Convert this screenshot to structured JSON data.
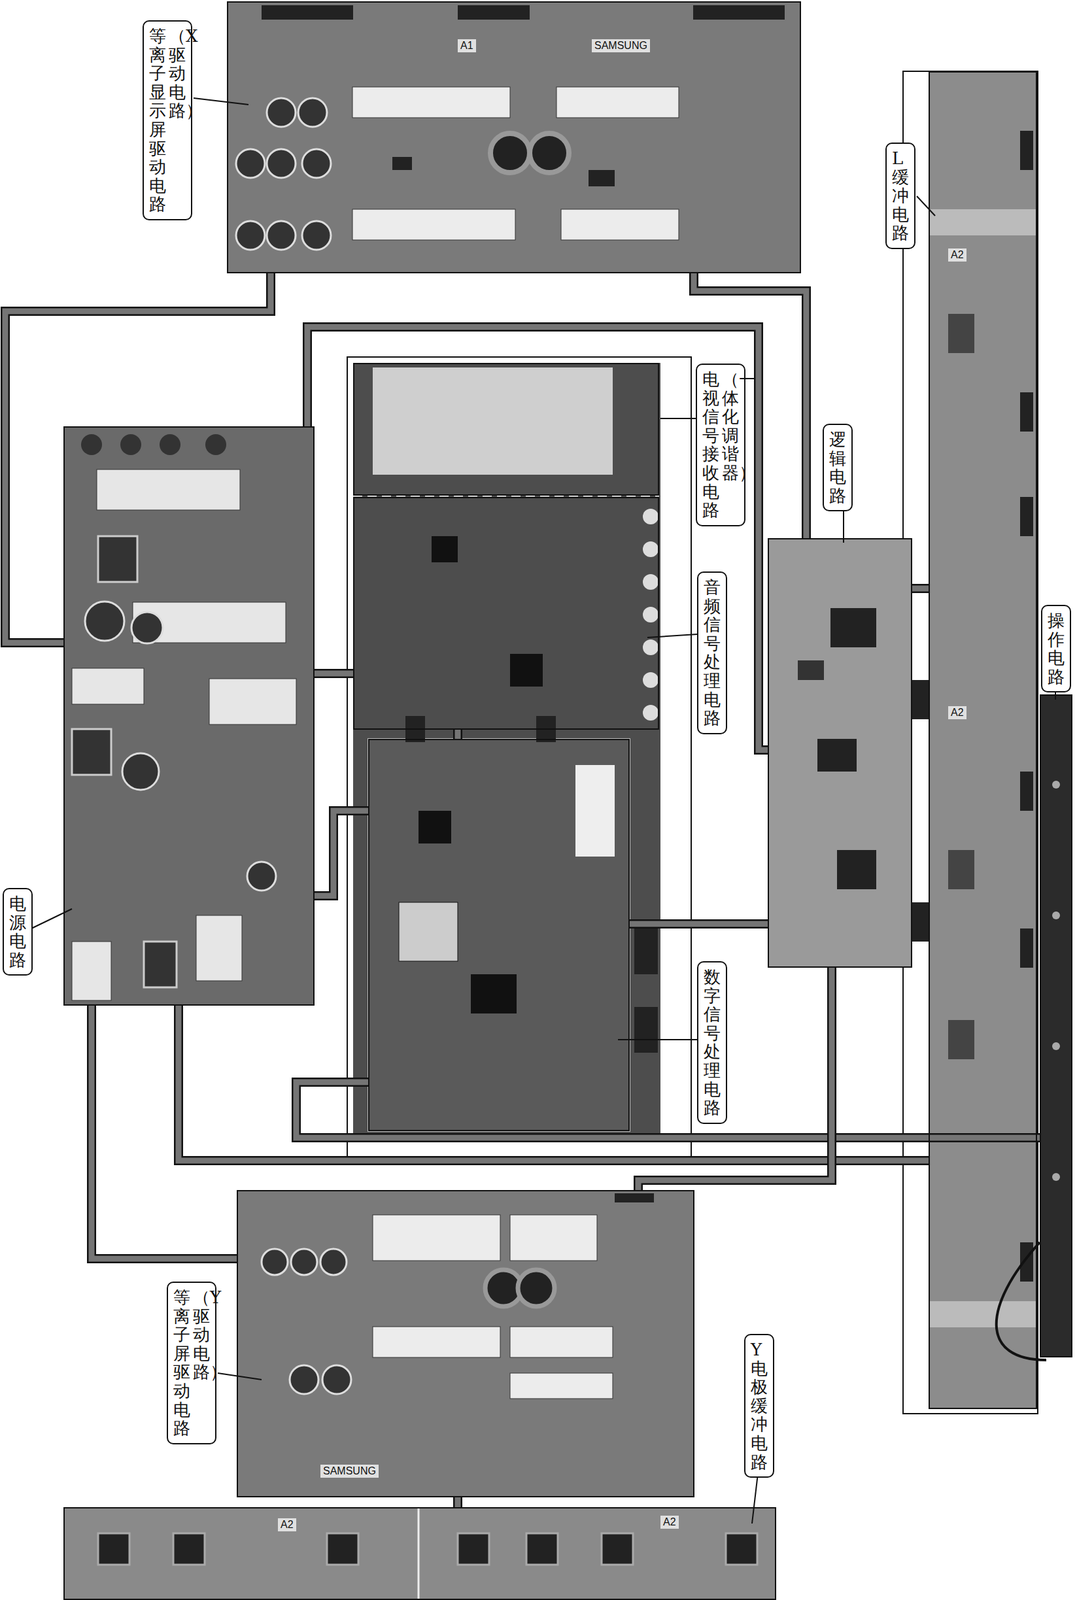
{
  "diagram": {
    "nodes": [
      {
        "text": [
          "等离子显示屏驱动电路",
          "（X驱动电路）"
        ]
      },
      {
        "text": [
          "L缓冲电路"
        ]
      },
      {
        "text": [
          "电视信号接收电路",
          "（一体化调谐器）"
        ]
      },
      {
        "text": [
          "逻辑电路"
        ]
      },
      {
        "text": [
          "音频信号处理电路"
        ]
      },
      {
        "text": [
          "电源电路"
        ]
      },
      {
        "text": [
          "操作电路"
        ]
      },
      {
        "text": [
          "数字信号 处理电路"
        ]
      },
      {
        "text": [
          "等离子屏驱动电路",
          "（Y驱动电路）"
        ]
      },
      {
        "text": [
          "Y电极缓冲电路"
        ]
      }
    ],
    "edges": [
      {
        "from": 0,
        "to": 5,
        "arrow": "none"
      },
      {
        "from": 0,
        "to": 3,
        "arrow": "none"
      },
      {
        "from": 5,
        "to": 3,
        "arrow": "none"
      },
      {
        "from": 5,
        "to": 4,
        "arrow": "none"
      },
      {
        "from": 5,
        "to": 7,
        "arrow": "none"
      },
      {
        "from": 5,
        "to": 1,
        "arrow": "none"
      },
      {
        "from": 5,
        "to": 8,
        "arrow": "none"
      },
      {
        "from": 7,
        "to": 3,
        "arrow": "none"
      },
      {
        "from": 7,
        "to": 6,
        "arrow": "none"
      },
      {
        "from": 3,
        "to": 8,
        "arrow": "none"
      },
      {
        "from": 3,
        "to": 1,
        "arrow": "none"
      },
      {
        "from": 8,
        "to": 9,
        "arrow": "none"
      },
      {
        "from": 4,
        "to": 7,
        "arrow": "none"
      }
    ],
    "labels": [
      "A1",
      "SAMSUNG",
      "A2",
      "A2",
      "A2",
      "A2",
      "SAMSUNG"
    ]
  }
}
